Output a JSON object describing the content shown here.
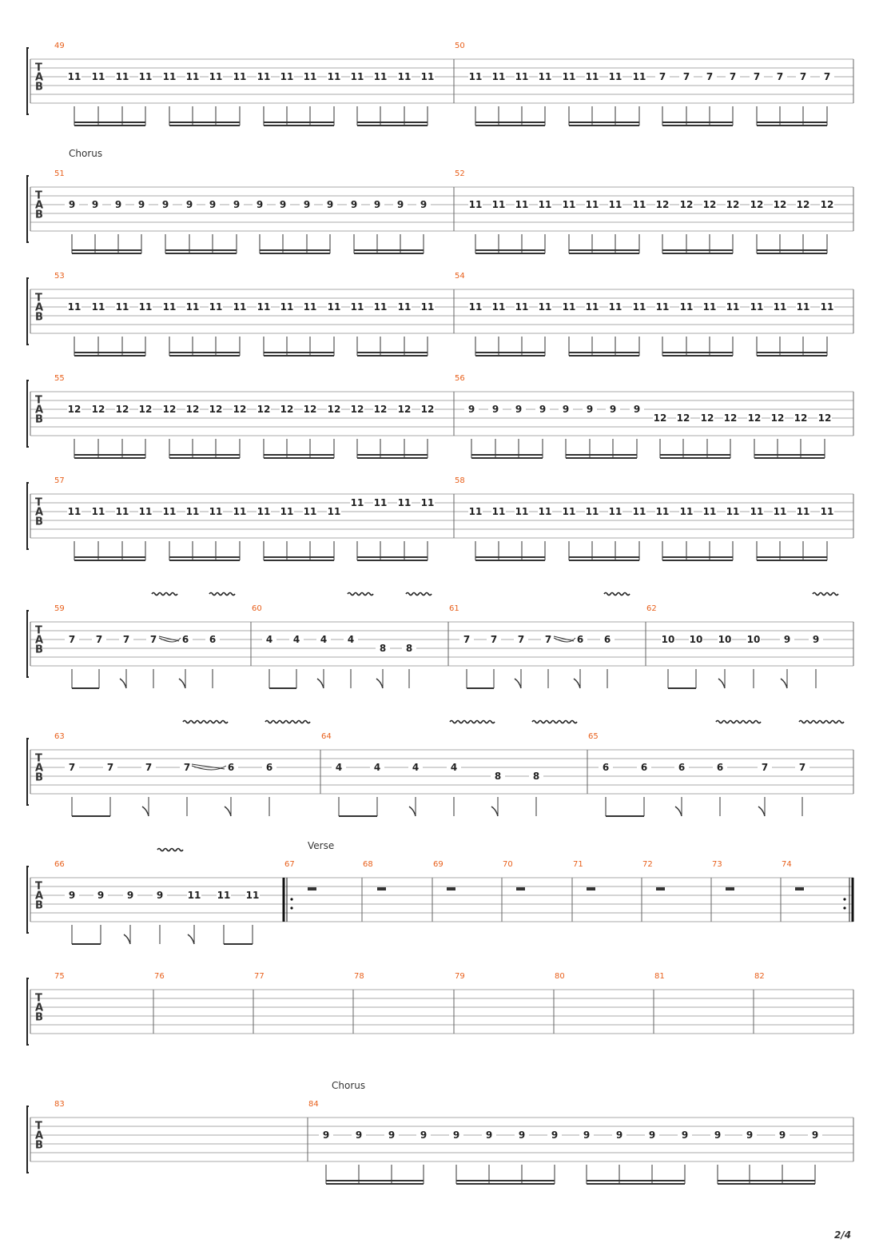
{
  "page_number": "2/4",
  "systems": [
    {
      "measures": [
        {
          "number": "49",
          "frets": [
            "11",
            "11",
            "11",
            "11",
            "11",
            "11",
            "11",
            "11",
            "11",
            "11",
            "11",
            "11",
            "11",
            "11",
            "11",
            "11"
          ]
        },
        {
          "number": "50",
          "frets": [
            "11",
            "11",
            "11",
            "11",
            "11",
            "11",
            "11",
            "11",
            "7",
            "7",
            "7",
            "7",
            "7",
            "7",
            "7",
            "7"
          ]
        }
      ]
    },
    {
      "section": "Chorus",
      "measures": [
        {
          "number": "51",
          "frets": [
            "9",
            "9",
            "9",
            "9",
            "9",
            "9",
            "9",
            "9",
            "9",
            "9",
            "9",
            "9",
            "9",
            "9",
            "9",
            "9"
          ]
        },
        {
          "number": "52",
          "frets": [
            "11",
            "11",
            "11",
            "11",
            "11",
            "11",
            "11",
            "11",
            "12",
            "12",
            "12",
            "12",
            "12",
            "12",
            "12",
            "12"
          ]
        }
      ]
    },
    {
      "measures": [
        {
          "number": "53",
          "frets": [
            "11",
            "11",
            "11",
            "11",
            "11",
            "11",
            "11",
            "11",
            "11",
            "11",
            "11",
            "11",
            "11",
            "11",
            "11",
            "11"
          ]
        },
        {
          "number": "54",
          "frets": [
            "11",
            "11",
            "11",
            "11",
            "11",
            "11",
            "11",
            "11",
            "11",
            "11",
            "11",
            "11",
            "11",
            "11",
            "11",
            "11"
          ]
        }
      ]
    },
    {
      "measures": [
        {
          "number": "55",
          "frets": [
            "12",
            "12",
            "12",
            "12",
            "12",
            "12",
            "12",
            "12",
            "12",
            "12",
            "12",
            "12",
            "12",
            "12",
            "12",
            "12"
          ]
        },
        {
          "number": "56",
          "frets": [
            "9",
            "9",
            "9",
            "9",
            "9",
            "9",
            "9",
            "9",
            "12",
            "12",
            "12",
            "12",
            "12",
            "12",
            "12",
            "12"
          ]
        }
      ]
    },
    {
      "measures": [
        {
          "number": "57",
          "frets": [
            "11",
            "11",
            "11",
            "11",
            "11",
            "11",
            "11",
            "11",
            "11",
            "11",
            "11",
            "11",
            "11",
            "11",
            "11",
            "11"
          ]
        },
        {
          "number": "58",
          "frets": [
            "11",
            "11",
            "11",
            "11",
            "11",
            "11",
            "11",
            "11",
            "11",
            "11",
            "11",
            "11",
            "11",
            "11",
            "11",
            "11"
          ]
        }
      ]
    },
    {
      "measures": [
        {
          "number": "59",
          "frets": [
            "7",
            "7",
            "7",
            "7",
            "6",
            "6"
          ]
        },
        {
          "number": "60",
          "frets": [
            "4",
            "4",
            "4",
            "4",
            "8",
            "8"
          ]
        },
        {
          "number": "61",
          "frets": [
            "7",
            "7",
            "7",
            "7",
            "6",
            "6"
          ]
        },
        {
          "number": "62",
          "frets": [
            "10",
            "10",
            "10",
            "10",
            "9",
            "9"
          ]
        }
      ]
    },
    {
      "measures": [
        {
          "number": "63",
          "frets": [
            "7",
            "7",
            "7",
            "7",
            "6",
            "6"
          ]
        },
        {
          "number": "64",
          "frets": [
            "4",
            "4",
            "4",
            "4",
            "8",
            "8"
          ]
        },
        {
          "number": "65",
          "frets": [
            "6",
            "6",
            "6",
            "6",
            "7",
            "7"
          ]
        }
      ]
    },
    {
      "measures": [
        {
          "number": "66",
          "frets": [
            "9",
            "9",
            "9",
            "9",
            "11",
            "11",
            "11"
          ]
        },
        {
          "number": "67",
          "section": "Verse",
          "frets": []
        },
        {
          "number": "68",
          "frets": []
        },
        {
          "number": "69",
          "frets": []
        },
        {
          "number": "70",
          "frets": []
        },
        {
          "number": "71",
          "frets": []
        },
        {
          "number": "72",
          "frets": []
        },
        {
          "number": "73",
          "frets": []
        },
        {
          "number": "74",
          "frets": []
        }
      ]
    },
    {
      "measures": [
        {
          "number": "75",
          "frets": []
        },
        {
          "number": "76",
          "frets": []
        },
        {
          "number": "77",
          "frets": []
        },
        {
          "number": "78",
          "frets": []
        },
        {
          "number": "79",
          "frets": []
        },
        {
          "number": "80",
          "frets": []
        },
        {
          "number": "81",
          "frets": []
        },
        {
          "number": "82",
          "frets": []
        }
      ]
    },
    {
      "measures": [
        {
          "number": "83",
          "frets": []
        },
        {
          "number": "84",
          "section": "Chorus",
          "frets": [
            "9",
            "9",
            "9",
            "9",
            "9",
            "9",
            "9",
            "9",
            "9",
            "9",
            "9",
            "9",
            "9",
            "9",
            "9",
            "9"
          ]
        }
      ]
    }
  ],
  "tab_clef": [
    "T",
    "A",
    "B"
  ],
  "colors": {
    "measure_number": "#e8601c",
    "staff_line": "#bbbbbb",
    "ink": "#222222"
  }
}
